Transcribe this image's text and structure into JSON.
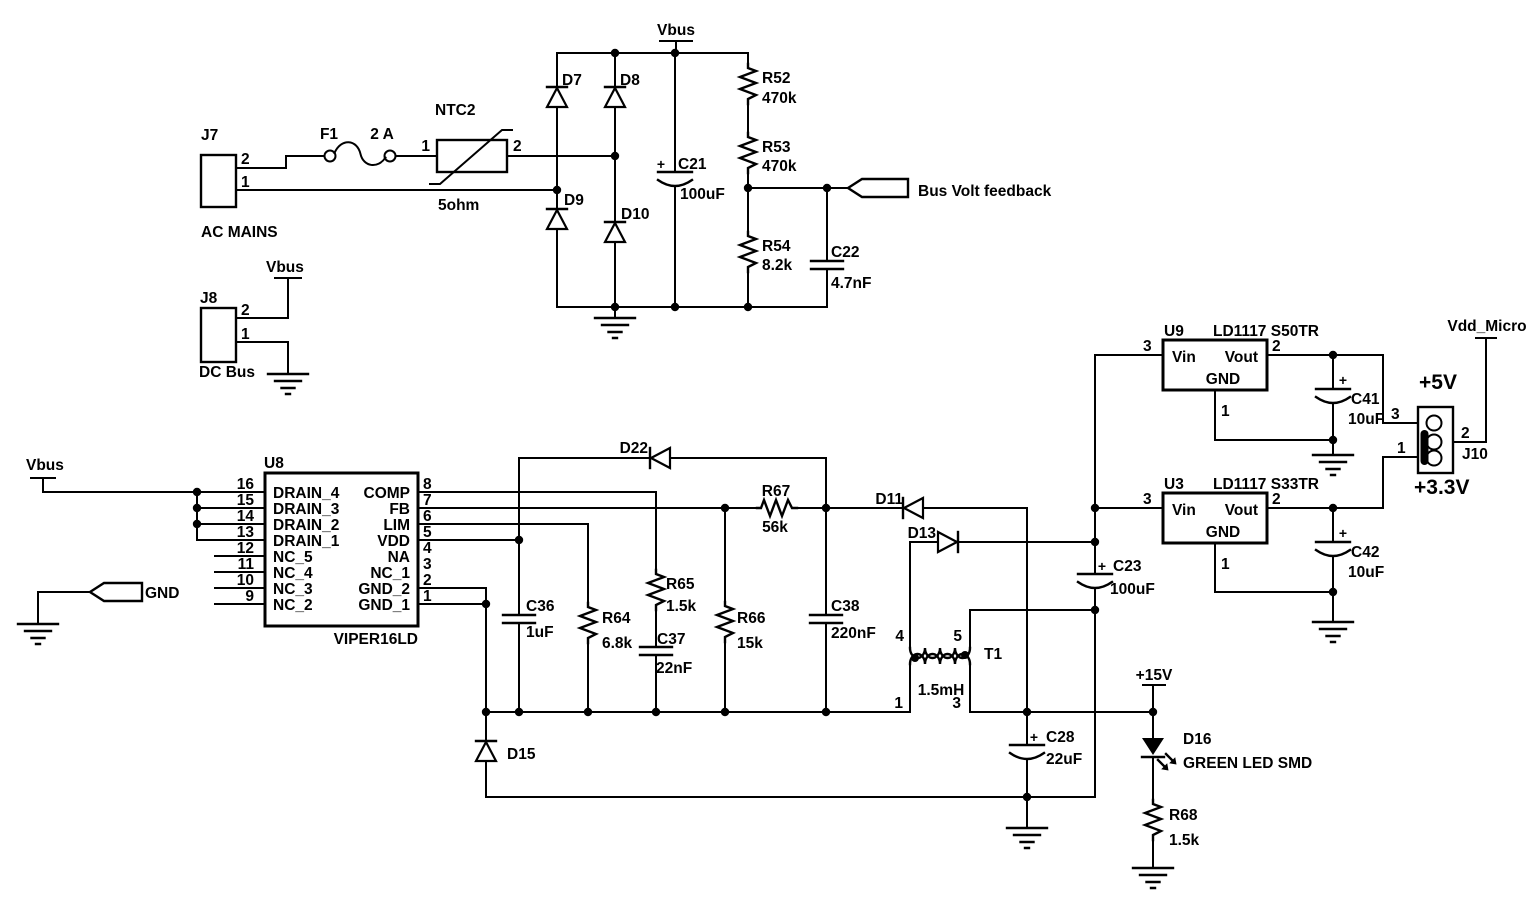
{
  "nets": {
    "vbus": "Vbus",
    "gnd": "GND",
    "feedback": "Bus Volt feedback",
    "p15v": "+15V",
    "p5v": "+5V",
    "p3v3": "+3.3V",
    "vdd_micro": "Vdd_Micro"
  },
  "connectors": {
    "j7": {
      "ref": "J7",
      "label": "AC MAINS",
      "pin1": "1",
      "pin2": "2"
    },
    "j8": {
      "ref": "J8",
      "label": "DC Bus",
      "pin1": "1",
      "pin2": "2"
    },
    "j10": {
      "ref": "J10",
      "pin1": "1",
      "pin2": "2",
      "pin3": "3"
    }
  },
  "fuse": {
    "ref": "F1",
    "rating": "2 A"
  },
  "thermistor": {
    "ref": "NTC2",
    "value": "5ohm",
    "pin1": "1",
    "pin2": "2"
  },
  "diodes": {
    "d7": "D7",
    "d8": "D8",
    "d9": "D9",
    "d10": "D10",
    "d11": "D11",
    "d13": "D13",
    "d15": "D15",
    "d22": "D22"
  },
  "led": {
    "ref": "D16",
    "desc": "GREEN LED SMD"
  },
  "resistors": {
    "r52": {
      "ref": "R52",
      "value": "470k"
    },
    "r53": {
      "ref": "R53",
      "value": "470k"
    },
    "r54": {
      "ref": "R54",
      "value": "8.2k"
    },
    "r64": {
      "ref": "R64",
      "value": "6.8k"
    },
    "r65": {
      "ref": "R65",
      "value": "1.5k"
    },
    "r66": {
      "ref": "R66",
      "value": "15k"
    },
    "r67": {
      "ref": "R67",
      "value": "56k"
    },
    "r68": {
      "ref": "R68",
      "value": "1.5k"
    }
  },
  "capacitors": {
    "c21": {
      "ref": "C21",
      "value": "100uF",
      "polarity": "+"
    },
    "c22": {
      "ref": "C22",
      "value": "4.7nF"
    },
    "c23": {
      "ref": "C23",
      "value": "100uF",
      "polarity": "+"
    },
    "c28": {
      "ref": "C28",
      "value": "22uF",
      "polarity": "+"
    },
    "c36": {
      "ref": "C36",
      "value": "1uF"
    },
    "c37": {
      "ref": "C37",
      "value": "22nF"
    },
    "c38": {
      "ref": "C38",
      "value": "220nF"
    },
    "c41": {
      "ref": "C41",
      "value": "10uF",
      "polarity": "+"
    },
    "c42": {
      "ref": "C42",
      "value": "10uF",
      "polarity": "+"
    }
  },
  "ics": {
    "u8": {
      "ref": "U8",
      "part": "VIPER16LD",
      "left_pins": [
        {
          "num": "16",
          "name": "DRAIN_4"
        },
        {
          "num": "15",
          "name": "DRAIN_3"
        },
        {
          "num": "14",
          "name": "DRAIN_2"
        },
        {
          "num": "13",
          "name": "DRAIN_1"
        },
        {
          "num": "12",
          "name": "NC_5"
        },
        {
          "num": "11",
          "name": "NC_4"
        },
        {
          "num": "10",
          "name": "NC_3"
        },
        {
          "num": "9",
          "name": "NC_2"
        }
      ],
      "right_pins": [
        {
          "num": "8",
          "name": "COMP"
        },
        {
          "num": "7",
          "name": "FB"
        },
        {
          "num": "6",
          "name": "LIM"
        },
        {
          "num": "5",
          "name": "VDD"
        },
        {
          "num": "4",
          "name": "NA"
        },
        {
          "num": "3",
          "name": "NC_1"
        },
        {
          "num": "2",
          "name": "GND_2"
        },
        {
          "num": "1",
          "name": "GND_1"
        }
      ]
    },
    "u9": {
      "ref": "U9",
      "part": "LD1117 S50TR",
      "vin": "Vin",
      "vout": "Vout",
      "gnd": "GND",
      "pin3": "3",
      "pin2": "2",
      "pin1": "1"
    },
    "u3": {
      "ref": "U3",
      "part": "LD1117 S33TR",
      "vin": "Vin",
      "vout": "Vout",
      "gnd": "GND",
      "pin3": "3",
      "pin2": "2",
      "pin1": "1"
    }
  },
  "transformer": {
    "ref": "T1",
    "value": "1.5mH",
    "pin4": "4",
    "pin5": "5",
    "pin1": "1",
    "pin3": "3"
  }
}
